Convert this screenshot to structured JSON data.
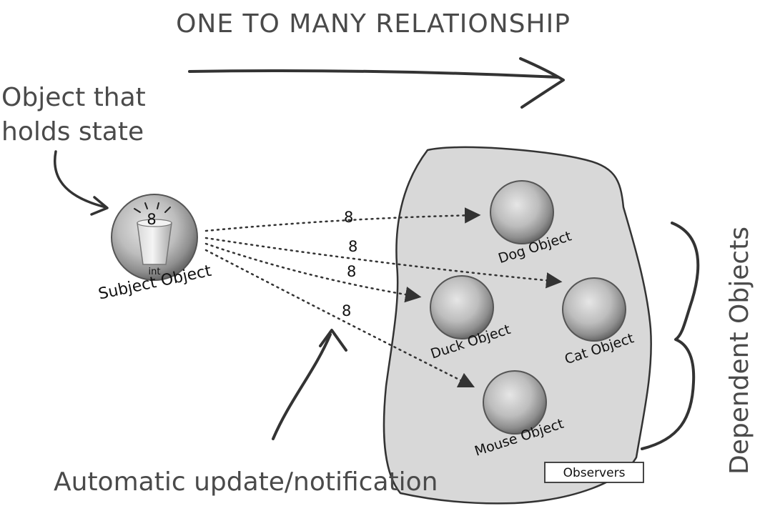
{
  "title": "ONE TO MANY RELATIONSHIP",
  "subject": {
    "annotation_line1": "Object that",
    "annotation_line2": "holds state",
    "label": "Subject Object",
    "state_value": "8",
    "state_type": "int"
  },
  "observers_group": {
    "box_label": "Observers",
    "brace_label": "Dependent Objects",
    "objects": [
      {
        "name": "Dog Object"
      },
      {
        "name": "Cat Object"
      },
      {
        "name": "Duck Object"
      },
      {
        "name": "Mouse Object"
      }
    ]
  },
  "notifications": [
    {
      "target": "Dog Object",
      "value": "8"
    },
    {
      "target": "Cat Object",
      "value": "8"
    },
    {
      "target": "Duck Object",
      "value": "8"
    },
    {
      "target": "Mouse Object",
      "value": "8"
    }
  ],
  "update_caption": "Automatic update/notification"
}
